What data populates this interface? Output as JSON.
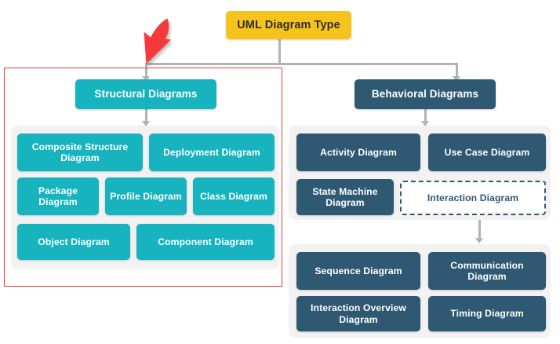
{
  "diagram": {
    "root": {
      "label": "UML Diagram Type"
    },
    "branches": [
      {
        "id": "structural",
        "head": "Structural Diagrams",
        "leaves": [
          "Composite Structure Diagram",
          "Deployment Diagram",
          "Package Diagram",
          "Profile Diagram",
          "Class Diagram",
          "Object Diagram",
          "Component Diagram"
        ]
      },
      {
        "id": "behavioral",
        "head": "Behavioral Diagrams",
        "leaves": [
          "Activity Diagram",
          "Use Case Diagram",
          "State Machine Diagram",
          "Interaction Diagram"
        ],
        "sub_leaves": [
          "Sequence Diagram",
          "Communication Diagram",
          "Interaction Overview Diagram",
          "Timing Diagram"
        ]
      }
    ]
  },
  "annotations": {
    "pointer": {
      "name": "red-cursor-arrow"
    },
    "selection": {
      "name": "red-selection-rectangle"
    }
  },
  "colors": {
    "root": "#F6C31C",
    "structural": "#17B3BE",
    "behavioral": "#2F5873",
    "panel": "#F2F2F2",
    "connector": "#B3B3B3",
    "highlight": "#EE3B33"
  }
}
